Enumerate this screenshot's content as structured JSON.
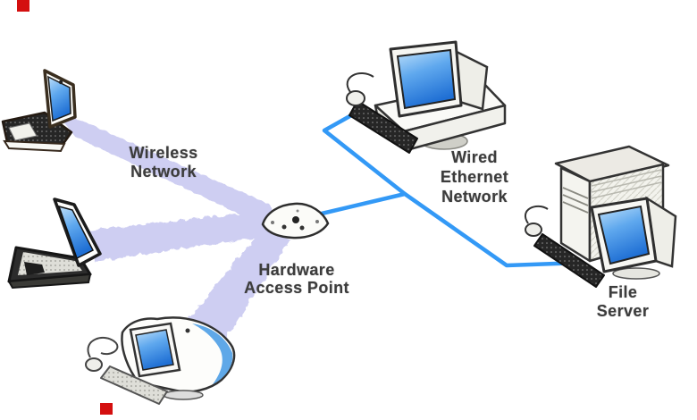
{
  "diagram": {
    "kind": "wireless-and-wired-network-diagram"
  },
  "labels": {
    "wireless_network": {
      "line1": "Wireless",
      "line2": "Network"
    },
    "hardware_access_point": {
      "line1": "Hardware",
      "line2": "Access Point"
    },
    "wired_ethernet_network": {
      "line1": "Wired",
      "line2": "Ethernet",
      "line3": "Network"
    },
    "file_server": {
      "line1": "File",
      "line2": "Server"
    }
  },
  "nodes": [
    {
      "id": "laptop-top",
      "icon": "laptop-icon"
    },
    {
      "id": "laptop-middle",
      "icon": "laptop-icon"
    },
    {
      "id": "imac-desktop",
      "icon": "imac-icon"
    },
    {
      "id": "access-point",
      "icon": "access-point-icon"
    },
    {
      "id": "desktop-pc",
      "icon": "desktop-computer-icon"
    },
    {
      "id": "file-server",
      "icon": "server-tower-icon"
    }
  ],
  "connections": [
    {
      "from": "laptop-top",
      "to": "access-point",
      "type": "wireless-beam"
    },
    {
      "from": "laptop-middle",
      "to": "access-point",
      "type": "wireless-beam"
    },
    {
      "from": "access-point",
      "to": "imac-desktop",
      "type": "wireless-beam"
    },
    {
      "from": "desktop-pc",
      "to": "access-point",
      "type": "ethernet-wire"
    },
    {
      "from": "desktop-pc",
      "to": "file-server",
      "type": "ethernet-wire"
    }
  ],
  "colors": {
    "background": "#ffffff",
    "wireless-beam": "#c9c9f1",
    "ethernet-wire": "#3399f6",
    "label-text": "#3c3c3c",
    "screen-blue": "#4f9ce8",
    "marker-red": "#d40f0f"
  },
  "markers": {
    "count": 2,
    "color": "#d40f0f"
  }
}
